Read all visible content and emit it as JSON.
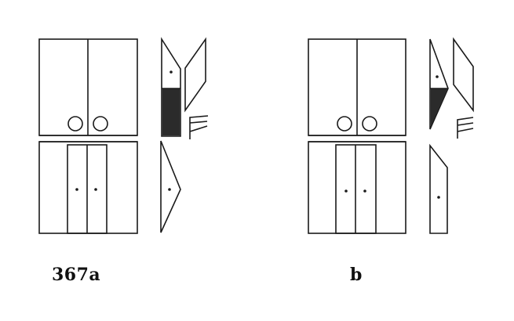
{
  "figures": [
    {
      "id": "a",
      "caption": "367a"
    },
    {
      "id": "b",
      "caption": "b"
    }
  ],
  "colors": {
    "line": "#1a1a1a",
    "dark_panel": "#2b2b2b",
    "background": "#ffffff"
  }
}
